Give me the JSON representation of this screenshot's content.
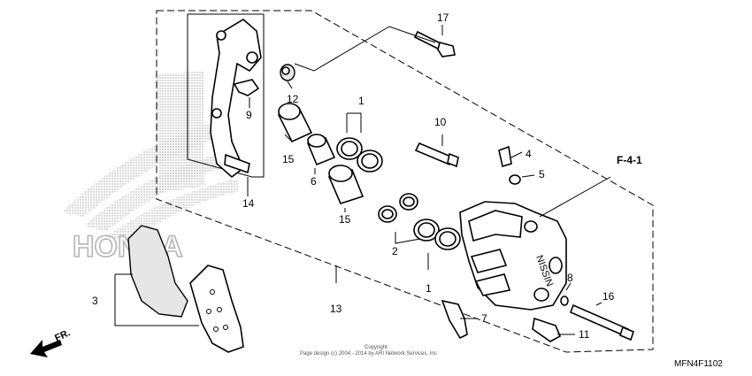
{
  "diagram": {
    "callouts": {
      "c1a": "1",
      "c1b": "1",
      "c2": "2",
      "c3": "3",
      "c4": "4",
      "c5": "5",
      "c6": "6",
      "c7": "7",
      "c8": "8",
      "c9": "9",
      "c10": "10",
      "c11": "11",
      "c12": "12",
      "c13": "13",
      "c14": "14",
      "c15a": "15",
      "c15b": "15",
      "c16": "16",
      "c17": "17"
    },
    "reference": "F-4-1",
    "forward_label": "FR.",
    "watermark": "HONDA",
    "caliper_brand": "NISSIN",
    "copyright_line1": "Copyright",
    "copyright_line2": "Page design (c) 2004 - 2014 by ARI Network Services, Inc",
    "figure_code": "MFN4F1102"
  }
}
